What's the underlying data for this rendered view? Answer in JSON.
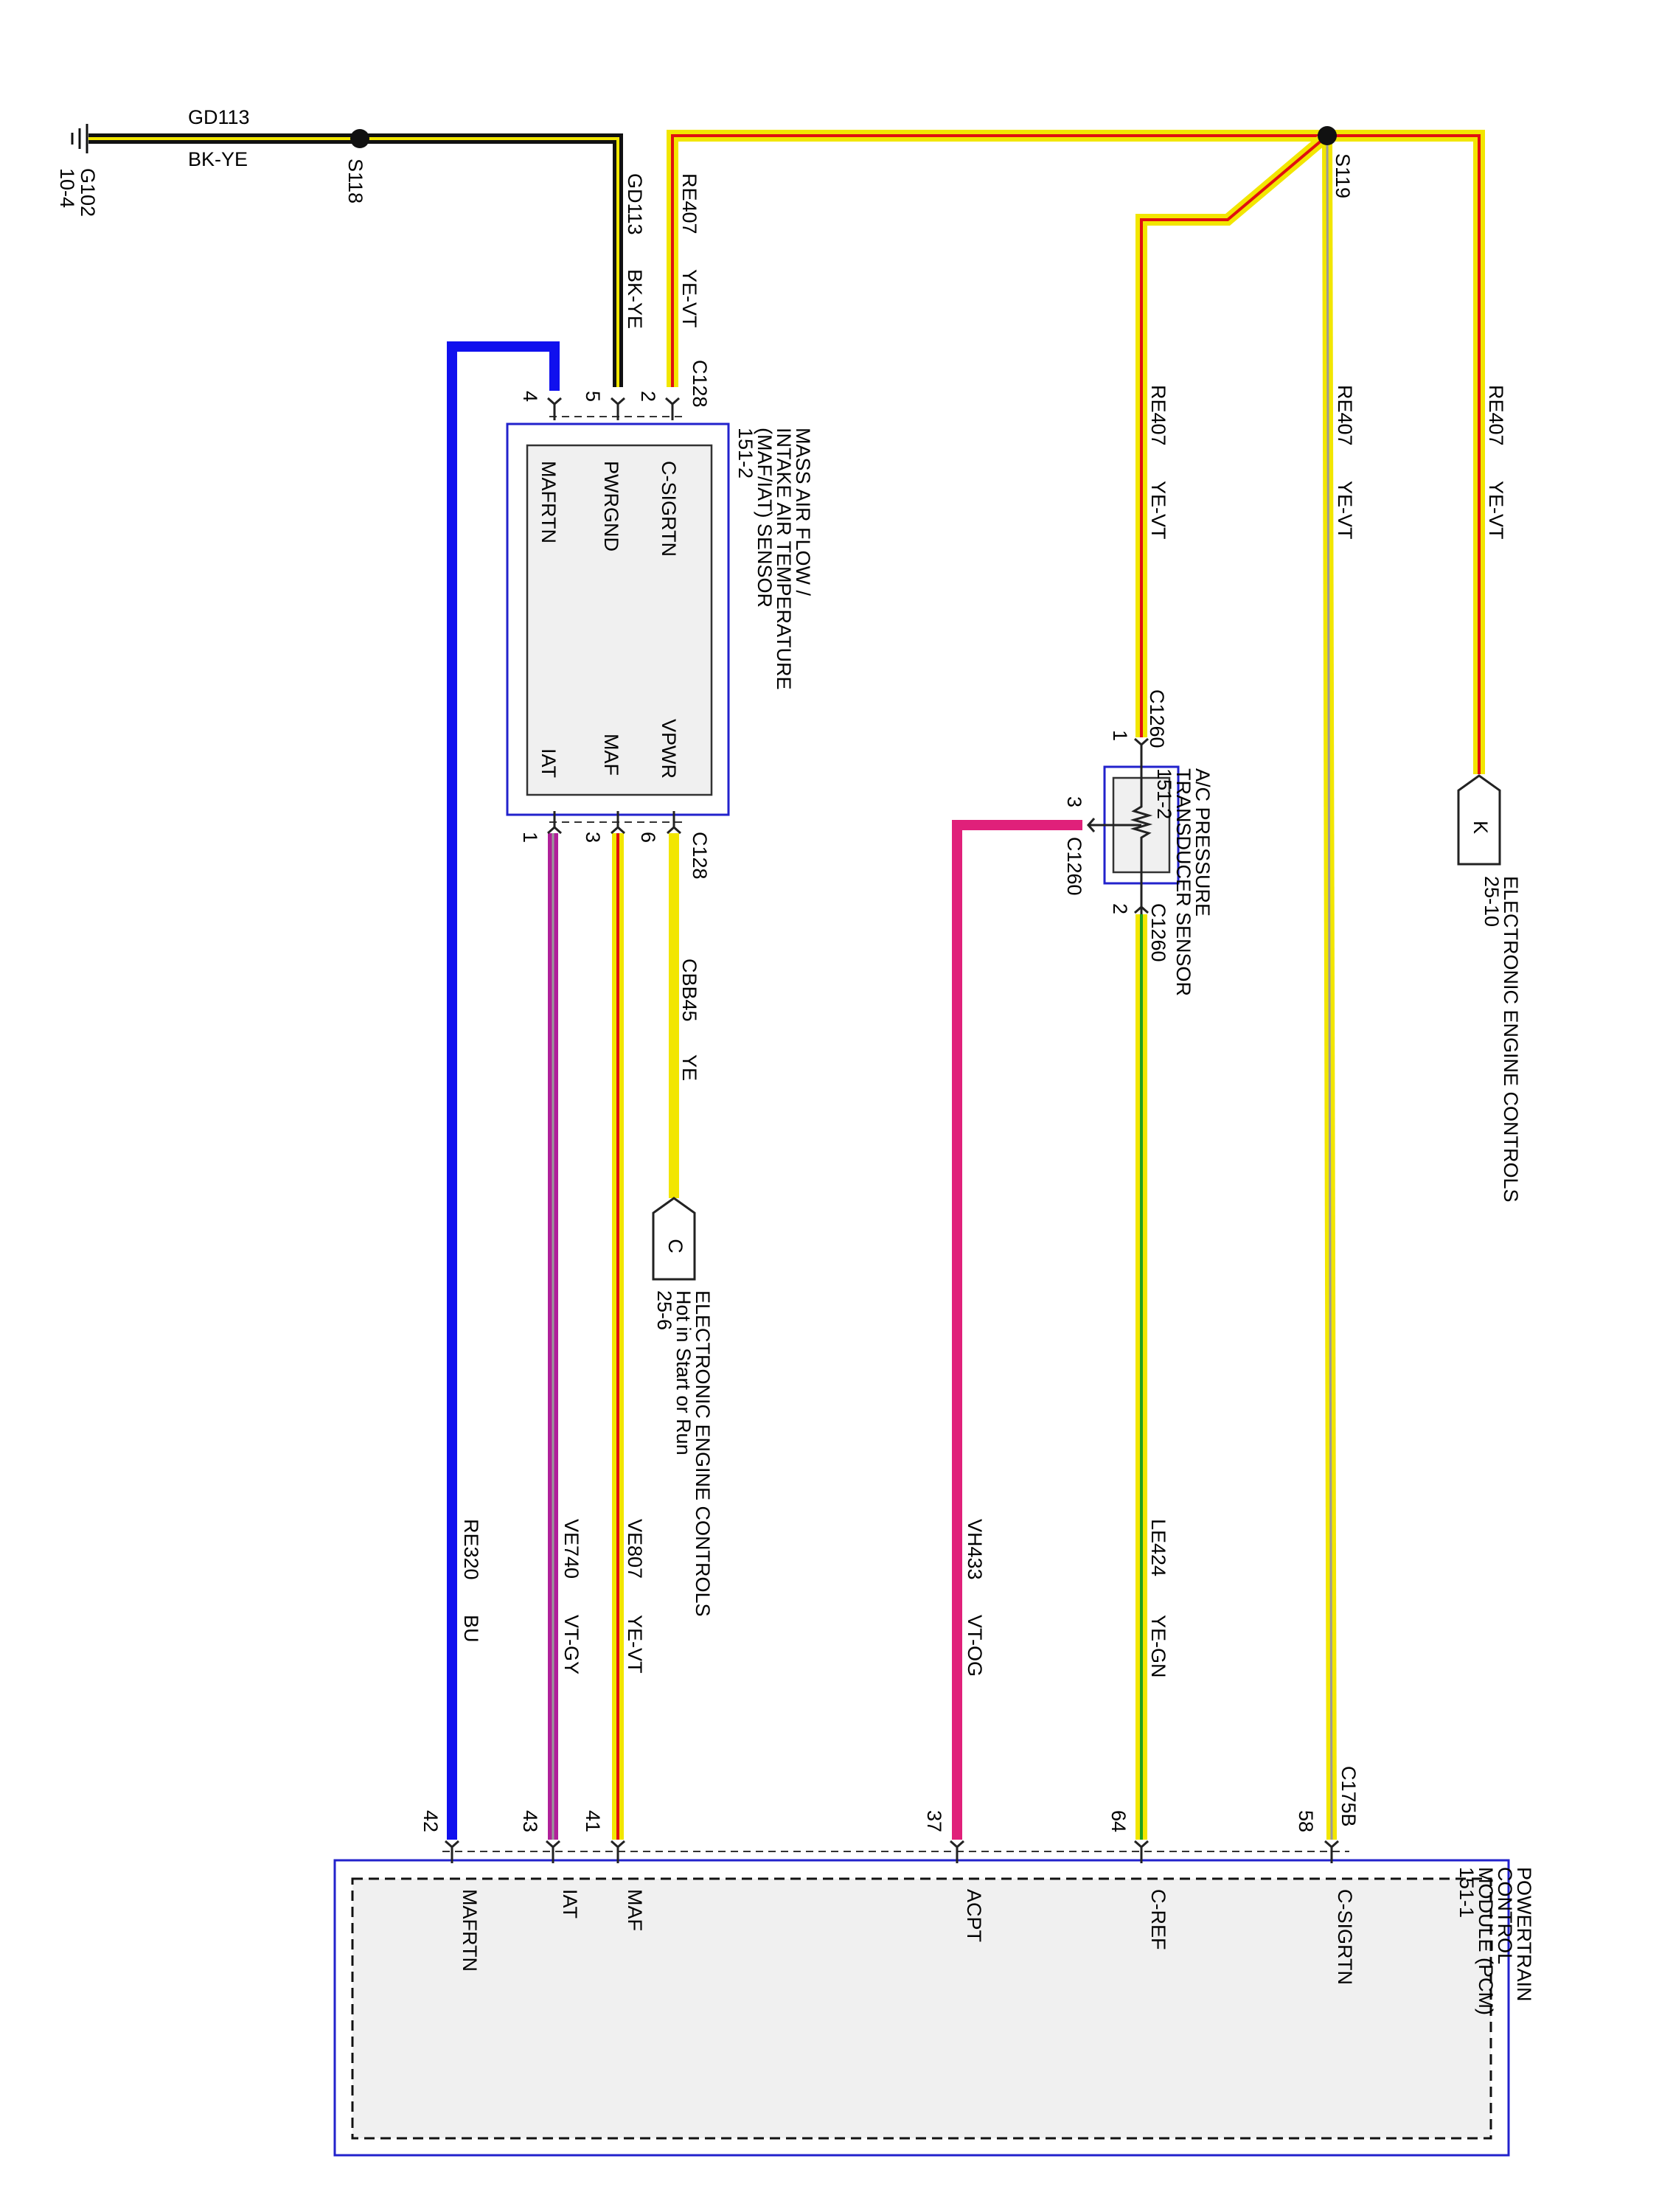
{
  "ground": {
    "id": "G102",
    "ref": "10-4"
  },
  "ground_wire": {
    "circuit": "GD113",
    "color": "BK-YE"
  },
  "splices": {
    "s118": "S118",
    "s119": "S119"
  },
  "maf_iat_sensor": {
    "title_lines": [
      "MASS AIR FLOW /",
      "INTAKE AIR TEMPERATURE",
      "(MAF/IAT) SENSOR",
      "151-2"
    ],
    "connector": "C128",
    "pins_top": [
      {
        "num": "4",
        "label": "MAFRTN"
      },
      {
        "num": "5",
        "label": "PWRGND"
      },
      {
        "num": "2",
        "label": "C-SIGRTN"
      }
    ],
    "pins_bottom": [
      {
        "num": "1",
        "label": "IAT"
      },
      {
        "num": "3",
        "label": "MAF"
      },
      {
        "num": "6",
        "label": "VPWR"
      }
    ]
  },
  "ac_sensor": {
    "title_lines": [
      "A/C PRESSURE",
      "TRANSDUCER SENSOR",
      "151-2"
    ],
    "connector": "C1260",
    "pins": {
      "top": "1",
      "side": "3",
      "bottom": "2"
    }
  },
  "pcm": {
    "title_lines": [
      "POWERTRAIN",
      "CONTROL",
      "MODULE (PCM)",
      "151-1"
    ],
    "connector": "C175B",
    "pins": [
      {
        "num": "42",
        "label": "MAFRTN"
      },
      {
        "num": "43",
        "label": "IAT"
      },
      {
        "num": "41",
        "label": "MAF"
      },
      {
        "num": "37",
        "label": "ACPT"
      },
      {
        "num": "64",
        "label": "C-REF"
      },
      {
        "num": "58",
        "label": "C-SIGRTN"
      }
    ]
  },
  "wires": {
    "gd113_vert": {
      "circuit": "GD113",
      "color": "BK-YE"
    },
    "re407_c128": {
      "circuit": "RE407",
      "color": "YE-VT"
    },
    "re407_ac": {
      "circuit": "RE407",
      "color": "YE-VT"
    },
    "re407_pcm": {
      "circuit": "RE407",
      "color": "YE-VT"
    },
    "re407_k": {
      "circuit": "RE407",
      "color": "YE-VT"
    },
    "cbb45": {
      "circuit": "CBB45",
      "color": "YE"
    },
    "re320": {
      "circuit": "RE320",
      "color": "BU"
    },
    "ve740": {
      "circuit": "VE740",
      "color": "VT-GY"
    },
    "ve807": {
      "circuit": "VE807",
      "color": "YE-VT"
    },
    "vh433": {
      "circuit": "VH433",
      "color": "VT-OG"
    },
    "le424": {
      "circuit": "LE424",
      "color": "YE-GN"
    }
  },
  "ref_c": {
    "letter": "C",
    "lines": [
      "ELECTRONIC ENGINE CONTROLS",
      "Hot in Start or Run",
      "25-6"
    ]
  },
  "ref_k": {
    "letter": "K",
    "lines": [
      "ELECTRONIC ENGINE CONTROLS",
      "25-10"
    ]
  },
  "colors": {
    "box_outline": "#2222cc",
    "box_fill": "#f0f0f0",
    "yellow": "#f2e600",
    "violet": "#b0209a",
    "red_stripe": "#e01010",
    "blue": "#1010ee",
    "pink": "#e0207a",
    "green_stripe": "#20a020",
    "gray": "#9a9a9a",
    "black": "#111111"
  }
}
